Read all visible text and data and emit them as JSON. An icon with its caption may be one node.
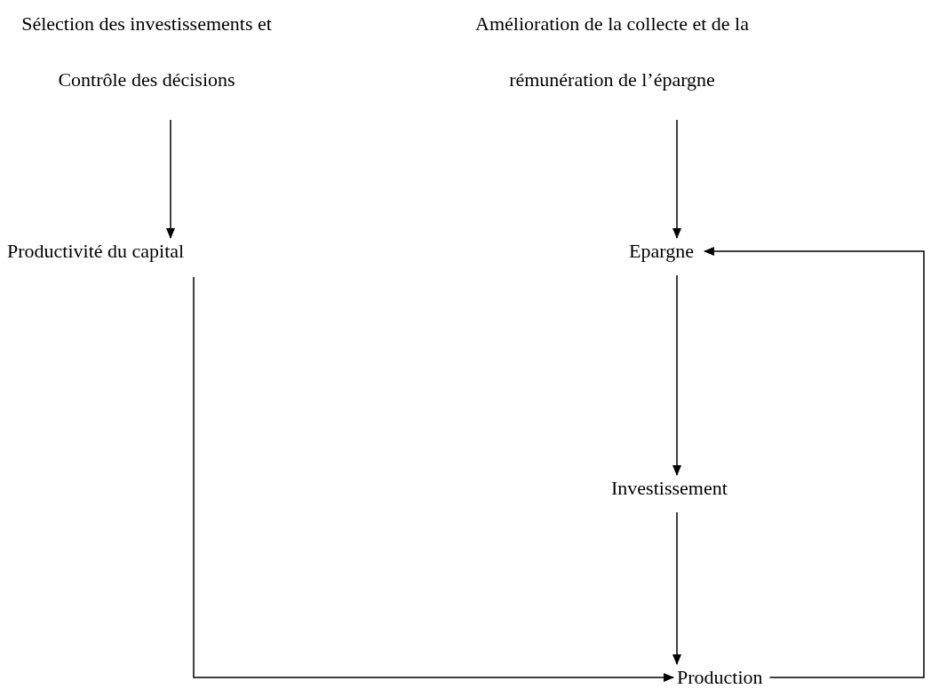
{
  "diagram": {
    "nodes": [
      {
        "text": [
          "Sélection des investissements et Contrôle des décisions"
        ]
      },
      {
        "text": [
          "Amélioration de la collecte et de la rémunération de l’épargne"
        ]
      },
      {
        "text": [
          "Productivité du capital"
        ]
      },
      {
        "text": [
          "Epargne"
        ]
      },
      {
        "text": [
          "Investissement"
        ]
      },
      {
        "text": [
          "Production"
        ]
      }
    ],
    "edges": [
      {
        "from": 0,
        "to": 2,
        "arrow": "to"
      },
      {
        "from": 1,
        "to": 3,
        "arrow": "to"
      },
      {
        "from": 3,
        "to": 4,
        "arrow": "to"
      },
      {
        "from": 4,
        "to": 5,
        "arrow": "to"
      },
      {
        "from": 2,
        "to": 5,
        "arrow": "to"
      },
      {
        "from": 5,
        "to": 3,
        "arrow": "to"
      }
    ]
  }
}
